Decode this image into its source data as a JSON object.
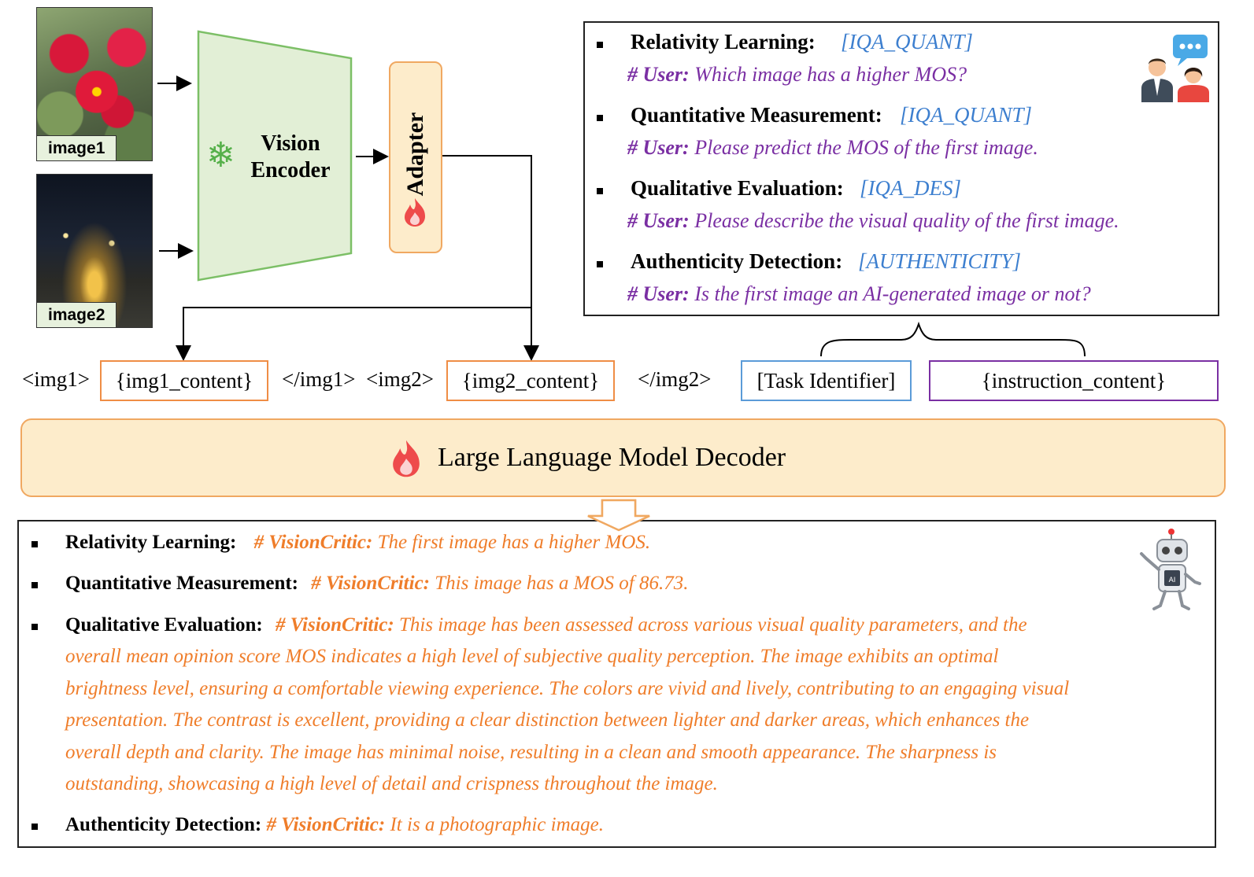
{
  "images": {
    "image1_label": "image1",
    "image2_label": "image2"
  },
  "encoder": {
    "label_line1": "Vision",
    "label_line2": "Encoder",
    "adapter_label": "Adapter"
  },
  "sequence": {
    "img1_open": "<img1>",
    "img1_content": "{img1_content}",
    "img1_close": "</img1>",
    "img2_open": "<img2>",
    "img2_content": "{img2_content}",
    "img2_close": "</img2>",
    "task_identifier": "[Task Identifier]",
    "instruction_content": "{instruction_content}"
  },
  "instructions": [
    {
      "task": "Relativity Learning:",
      "tag": "[IQA_QUANT]",
      "user_prefix": "# User:",
      "query": "Which image has a higher MOS?"
    },
    {
      "task": "Quantitative Measurement:",
      "tag": "[IQA_QUANT]",
      "user_prefix": "# User:",
      "query": "Please predict the MOS of the first image."
    },
    {
      "task": "Qualitative Evaluation:",
      "tag": "[IQA_DES]",
      "user_prefix": "# User:",
      "query": "Please describe the visual quality of the first image."
    },
    {
      "task": "Authenticity Detection:",
      "tag": "[AUTHENTICITY]",
      "user_prefix": "# User:",
      "query": "Is the first image an AI-generated image or not?"
    }
  ],
  "decoder": {
    "label": "Large Language Model Decoder"
  },
  "outputs": {
    "prefix": "# VisionCritic:",
    "items": [
      {
        "task": "Relativity Learning:",
        "answer": "The first image has a higher MOS."
      },
      {
        "task": "Quantitative Measurement:",
        "answer": "This image has a MOS of 86.73."
      },
      {
        "task": "Qualitative Evaluation:",
        "answer": "This image has been assessed across various visual quality parameters, and the"
      },
      {
        "task": "Authenticity Detection:",
        "answer": "It is a photographic image."
      }
    ],
    "continuation": [
      "overall mean opinion score MOS indicates a high level of subjective quality perception. The image exhibits an optimal",
      "brightness level, ensuring a comfortable viewing experience. The colors are vivid and lively, contributing to an engaging visual",
      "presentation. The contrast is excellent, providing a clear distinction between lighter and darker areas, which enhances the",
      "overall depth and clarity. The image has minimal noise, resulting in a clean and smooth appearance. The sharpness is",
      "outstanding, showcasing a high level of detail and crispness throughout the image."
    ]
  },
  "colors": {
    "orange_text": "#ef7d2a",
    "purple_text": "#7a2fa3",
    "blue_text": "#3d7fcf",
    "encoder_fill": "#e2efd6",
    "encoder_stroke": "#7cbf66",
    "decoder_fill": "#fdeccb",
    "decoder_stroke": "#f0a861"
  },
  "icons": [
    "snowflake-icon",
    "flame-icon",
    "users-chat-icon",
    "robot-ai-icon"
  ]
}
